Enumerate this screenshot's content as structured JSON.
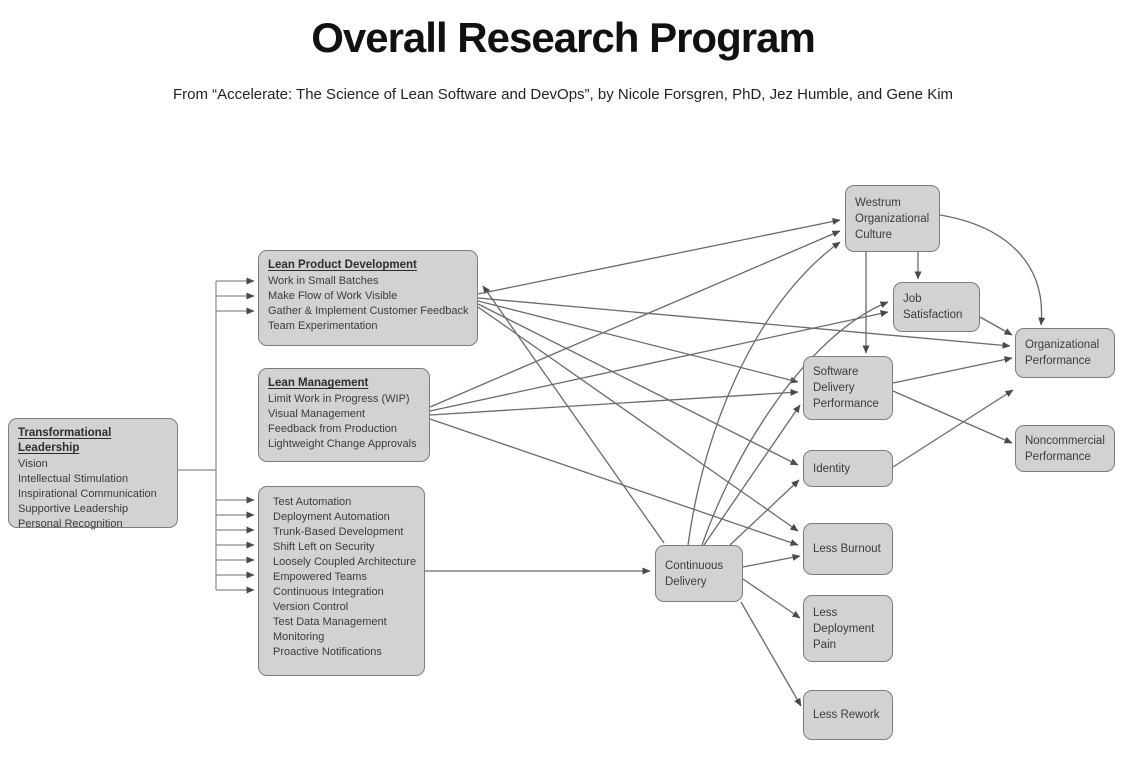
{
  "header": {
    "title": "Overall Research Program",
    "subtitle": "From “Accelerate: The Science of Lean Software and DevOps”, by Nicole Forsgren, PhD, Jez Humble, and Gene Kim"
  },
  "colors": {
    "box_fill": "#d2d2d2",
    "box_border": "#7d7d7d",
    "arrow": "#6a6a6a",
    "text": "#3b3b3b"
  },
  "diagram": {
    "nodes": {
      "transformational_leadership": {
        "title": "Transformational Leadership",
        "items": [
          "Vision",
          "Intellectual Stimulation",
          "Inspirational Communication",
          "Supportive Leadership",
          "Personal Recognition"
        ]
      },
      "lean_product_development": {
        "title": "Lean Product Development",
        "items": [
          "Work in Small Batches",
          "Make Flow of Work Visible",
          "Gather & Implement Customer Feedback",
          "Team Experimentation"
        ]
      },
      "lean_management": {
        "title": "Lean Management",
        "items": [
          "Limit Work in Progress (WIP)",
          "Visual Management",
          "Feedback from Production",
          "Lightweight Change Approvals"
        ]
      },
      "technical_practices": {
        "items": [
          "Test Automation",
          "Deployment Automation",
          "Trunk-Based Development",
          "Shift Left on Security",
          "Loosely Coupled Architecture",
          "Empowered Teams",
          "Continuous Integration",
          "Version Control",
          "Test Data Management",
          "Monitoring",
          "Proactive Notifications"
        ]
      },
      "continuous_delivery": {
        "title": "Continuous Delivery"
      },
      "westrum_culture": {
        "title": "Westrum Organizational Culture"
      },
      "job_satisfaction": {
        "title": "Job Satisfaction"
      },
      "software_delivery_performance": {
        "title": "Software Delivery Performance"
      },
      "identity": {
        "title": "Identity"
      },
      "organizational_performance": {
        "title": "Organizational Performance"
      },
      "noncommercial_performance": {
        "title": "Noncommercial Performance"
      },
      "less_burnout": {
        "title": "Less Burnout"
      },
      "less_deployment_pain": {
        "title": "Less Deployment Pain"
      },
      "less_rework": {
        "title": "Less Rework"
      }
    },
    "edges": [
      {
        "from": "transformational_leadership",
        "to": "lean_product_development"
      },
      {
        "from": "transformational_leadership",
        "to": "technical_practices"
      },
      {
        "from": "technical_practices",
        "to": "continuous_delivery"
      },
      {
        "from": "continuous_delivery",
        "to": "lean_product_development"
      },
      {
        "from": "lean_product_development",
        "to": "westrum_culture"
      },
      {
        "from": "lean_product_development",
        "to": "organizational_performance"
      },
      {
        "from": "lean_product_development",
        "to": "software_delivery_performance"
      },
      {
        "from": "lean_product_development",
        "to": "identity"
      },
      {
        "from": "lean_product_development",
        "to": "less_burnout"
      },
      {
        "from": "lean_management",
        "to": "westrum_culture"
      },
      {
        "from": "lean_management",
        "to": "job_satisfaction"
      },
      {
        "from": "lean_management",
        "to": "software_delivery_performance"
      },
      {
        "from": "lean_management",
        "to": "less_burnout"
      },
      {
        "from": "continuous_delivery",
        "to": "westrum_culture"
      },
      {
        "from": "continuous_delivery",
        "to": "job_satisfaction"
      },
      {
        "from": "continuous_delivery",
        "to": "software_delivery_performance"
      },
      {
        "from": "continuous_delivery",
        "to": "identity"
      },
      {
        "from": "continuous_delivery",
        "to": "less_burnout"
      },
      {
        "from": "continuous_delivery",
        "to": "less_deployment_pain"
      },
      {
        "from": "continuous_delivery",
        "to": "less_rework"
      },
      {
        "from": "westrum_culture",
        "to": "job_satisfaction"
      },
      {
        "from": "westrum_culture",
        "to": "software_delivery_performance"
      },
      {
        "from": "westrum_culture",
        "to": "organizational_performance"
      },
      {
        "from": "job_satisfaction",
        "to": "organizational_performance"
      },
      {
        "from": "software_delivery_performance",
        "to": "organizational_performance"
      },
      {
        "from": "software_delivery_performance",
        "to": "noncommercial_performance"
      },
      {
        "from": "identity",
        "to": "organizational_performance"
      }
    ]
  }
}
